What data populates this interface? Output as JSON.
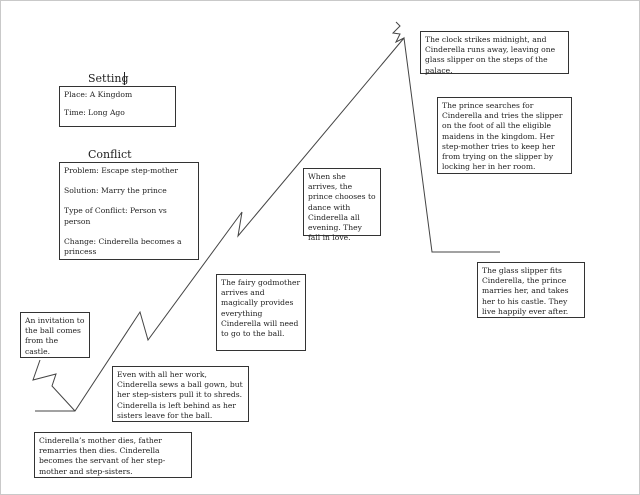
{
  "setting": {
    "heading": "Setting",
    "place": "Place: A Kingdom",
    "time": "Time:  Long Ago"
  },
  "conflict": {
    "heading": "Conflict",
    "problem": "Problem: Escape step-mother",
    "solution": "Solution: Marry the prince",
    "type": "Type of Conflict: Person vs person",
    "change": "Change: Cinderella becomes a princess"
  },
  "events": {
    "exposition": "Cinderella’s mother dies, father remarries then dies.  Cinderella becomes the servant of her step-mother and step-sisters.",
    "invitation": "An invitation to the ball comes from the castle.",
    "gown": "Even with all her work, Cinderella sews a ball gown, but her step-sisters pull it to shreds.  Cinderella is left behind as her sisters leave for the ball.",
    "godmother": "The fairy godmother arrives and magically provides everything Cinderella will need to go to the ball.",
    "dance": "When she arrives, the prince chooses to dance with Cinderella all evening.  They fall in love.",
    "midnight": "The clock strikes midnight, and Cinderella runs away, leaving one glass slipper on the steps of the palace.",
    "search": "The prince searches for Cinderella and tries the slipper on the foot of all the eligible maidens in the kingdom.  Her step-mother tries to keep her from trying on the slipper by locking her in her room.",
    "resolution": "The glass slipper fits Cinderella, the prince marries her, and takes her to his castle.  They live happily ever after."
  },
  "colors": {
    "line": "#444444",
    "border": "#333333"
  }
}
